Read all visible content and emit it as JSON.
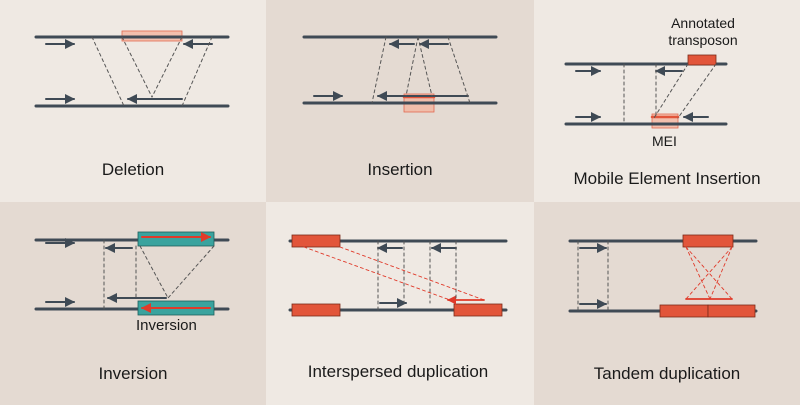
{
  "colors": {
    "panel_light": "#efe9e3",
    "panel_dark": "#e4dad2",
    "dna_line": "#3f4a55",
    "arrow": "#3f4a55",
    "dashed": "#555555",
    "segment_red": "#e2553a",
    "segment_pink": "#f3b8a4",
    "segment_teal": "#3aa39e",
    "red_arrow": "#e03a2a",
    "text": "#1a1a1a"
  },
  "panels": [
    {
      "id": "deletion",
      "label": "Deletion"
    },
    {
      "id": "insertion",
      "label": "Insertion"
    },
    {
      "id": "mei",
      "label": "Mobile Element Insertion",
      "annotation_line1": "Annotated",
      "annotation_line2": "transposon",
      "mei_label": "MEI"
    },
    {
      "id": "inversion",
      "label": "Inversion",
      "inner_label": "Inversion"
    },
    {
      "id": "interspersed",
      "label": "Interspersed duplication"
    },
    {
      "id": "tandem",
      "label": "Tandem duplication"
    }
  ]
}
